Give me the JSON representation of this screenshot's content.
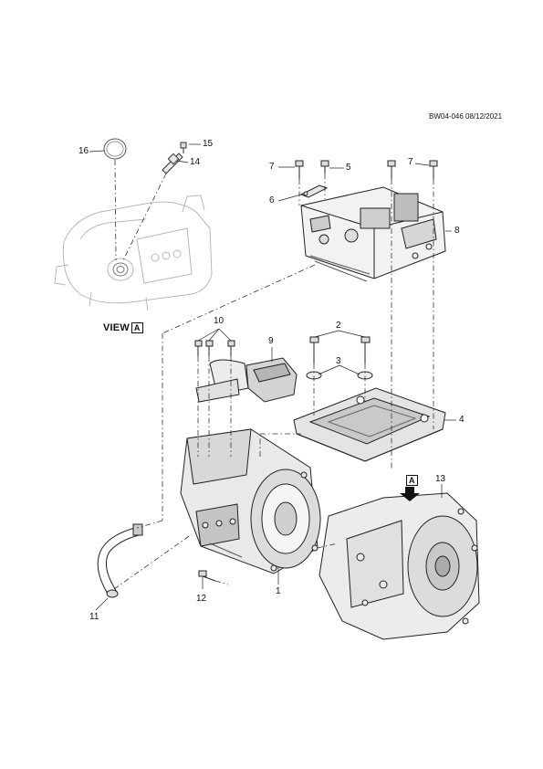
{
  "document": {
    "reference": "BW04-046 08/12/2021"
  },
  "view": {
    "label": "VIEW",
    "letter": "A"
  },
  "arrow_marker": {
    "letter": "A"
  },
  "callouts": [
    {
      "id": "callout-16",
      "text": "16"
    },
    {
      "id": "callout-15",
      "text": "15"
    },
    {
      "id": "callout-14",
      "text": "14"
    },
    {
      "id": "callout-7a",
      "text": "7"
    },
    {
      "id": "callout-5",
      "text": "5"
    },
    {
      "id": "callout-7b",
      "text": "7"
    },
    {
      "id": "callout-6",
      "text": "6"
    },
    {
      "id": "callout-8",
      "text": "8"
    },
    {
      "id": "callout-10",
      "text": "10"
    },
    {
      "id": "callout-2",
      "text": "2"
    },
    {
      "id": "callout-9",
      "text": "9"
    },
    {
      "id": "callout-3",
      "text": "3"
    },
    {
      "id": "callout-4",
      "text": "4"
    },
    {
      "id": "callout-13",
      "text": "13"
    },
    {
      "id": "callout-11",
      "text": "11"
    },
    {
      "id": "callout-12",
      "text": "12"
    },
    {
      "id": "callout-1",
      "text": "1"
    }
  ]
}
